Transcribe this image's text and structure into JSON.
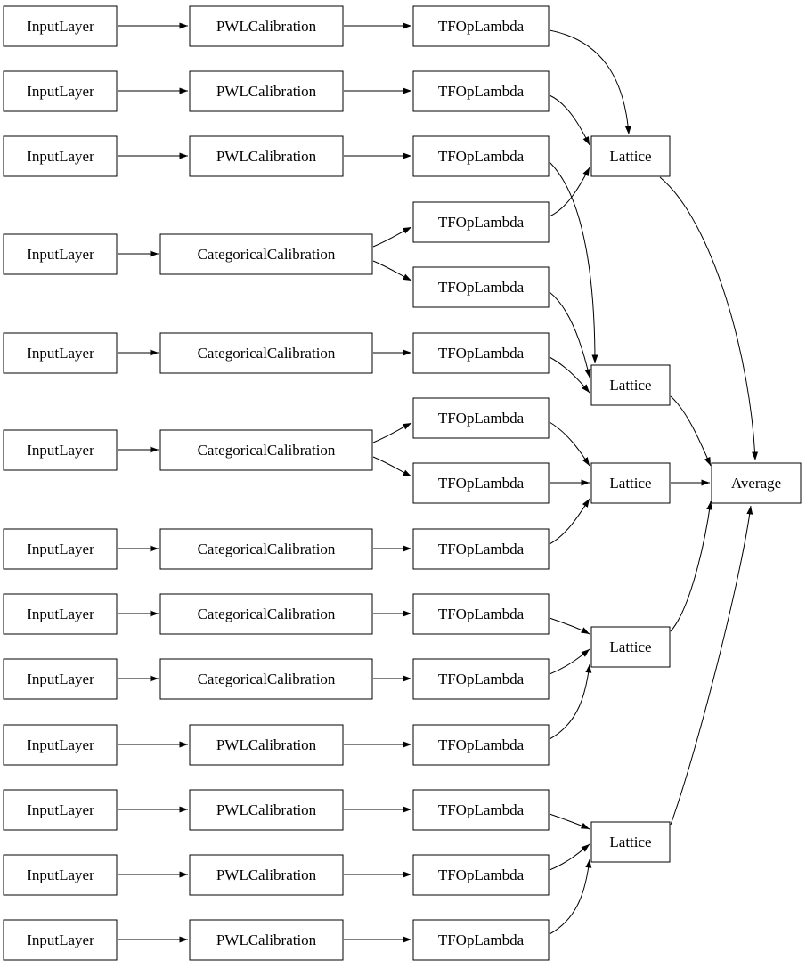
{
  "diagram": {
    "kind": "model-graph",
    "background": "#ffffff",
    "node_color": "#ffffff",
    "border_color": "#000000",
    "nodes": [
      {
        "id": "in_1",
        "label": "InputLayer"
      },
      {
        "id": "in_2",
        "label": "InputLayer"
      },
      {
        "id": "in_3",
        "label": "InputLayer"
      },
      {
        "id": "in_4",
        "label": "InputLayer"
      },
      {
        "id": "in_5",
        "label": "InputLayer"
      },
      {
        "id": "in_6",
        "label": "InputLayer"
      },
      {
        "id": "in_7",
        "label": "InputLayer"
      },
      {
        "id": "in_8",
        "label": "InputLayer"
      },
      {
        "id": "in_9",
        "label": "InputLayer"
      },
      {
        "id": "in_10",
        "label": "InputLayer"
      },
      {
        "id": "in_11",
        "label": "InputLayer"
      },
      {
        "id": "in_12",
        "label": "InputLayer"
      },
      {
        "id": "in_13",
        "label": "InputLayer"
      },
      {
        "id": "cal_1",
        "label": "PWLCalibration"
      },
      {
        "id": "cal_2",
        "label": "PWLCalibration"
      },
      {
        "id": "cal_3",
        "label": "PWLCalibration"
      },
      {
        "id": "cal_4",
        "label": "CategoricalCalibration"
      },
      {
        "id": "cal_5",
        "label": "CategoricalCalibration"
      },
      {
        "id": "cal_6",
        "label": "CategoricalCalibration"
      },
      {
        "id": "cal_7",
        "label": "CategoricalCalibration"
      },
      {
        "id": "cal_8",
        "label": "CategoricalCalibration"
      },
      {
        "id": "cal_9",
        "label": "CategoricalCalibration"
      },
      {
        "id": "cal_10",
        "label": "PWLCalibration"
      },
      {
        "id": "cal_11",
        "label": "PWLCalibration"
      },
      {
        "id": "cal_12",
        "label": "PWLCalibration"
      },
      {
        "id": "cal_13",
        "label": "PWLCalibration"
      },
      {
        "id": "tfop_1",
        "label": "TFOpLambda"
      },
      {
        "id": "tfop_2",
        "label": "TFOpLambda"
      },
      {
        "id": "tfop_3",
        "label": "TFOpLambda"
      },
      {
        "id": "tfop_4",
        "label": "TFOpLambda"
      },
      {
        "id": "tfop_5",
        "label": "TFOpLambda"
      },
      {
        "id": "tfop_6",
        "label": "TFOpLambda"
      },
      {
        "id": "tfop_7",
        "label": "TFOpLambda"
      },
      {
        "id": "tfop_8",
        "label": "TFOpLambda"
      },
      {
        "id": "tfop_9",
        "label": "TFOpLambda"
      },
      {
        "id": "tfop_10",
        "label": "TFOpLambda"
      },
      {
        "id": "tfop_11",
        "label": "TFOpLambda"
      },
      {
        "id": "tfop_12",
        "label": "TFOpLambda"
      },
      {
        "id": "tfop_13",
        "label": "TFOpLambda"
      },
      {
        "id": "tfop_14",
        "label": "TFOpLambda"
      },
      {
        "id": "tfop_15",
        "label": "TFOpLambda"
      },
      {
        "id": "lattice_1",
        "label": "Lattice"
      },
      {
        "id": "lattice_2",
        "label": "Lattice"
      },
      {
        "id": "lattice_3",
        "label": "Lattice"
      },
      {
        "id": "lattice_4",
        "label": "Lattice"
      },
      {
        "id": "lattice_5",
        "label": "Lattice"
      },
      {
        "id": "average",
        "label": "Average"
      }
    ],
    "edges": [
      [
        "in_1",
        "cal_1"
      ],
      [
        "in_2",
        "cal_2"
      ],
      [
        "in_3",
        "cal_3"
      ],
      [
        "in_4",
        "cal_4"
      ],
      [
        "in_5",
        "cal_5"
      ],
      [
        "in_6",
        "cal_6"
      ],
      [
        "in_7",
        "cal_7"
      ],
      [
        "in_8",
        "cal_8"
      ],
      [
        "in_9",
        "cal_9"
      ],
      [
        "in_10",
        "cal_10"
      ],
      [
        "in_11",
        "cal_11"
      ],
      [
        "in_12",
        "cal_12"
      ],
      [
        "in_13",
        "cal_13"
      ],
      [
        "cal_1",
        "tfop_1"
      ],
      [
        "cal_2",
        "tfop_2"
      ],
      [
        "cal_3",
        "tfop_3"
      ],
      [
        "cal_4",
        "tfop_4"
      ],
      [
        "cal_4",
        "tfop_5"
      ],
      [
        "cal_5",
        "tfop_6"
      ],
      [
        "cal_6",
        "tfop_7"
      ],
      [
        "cal_6",
        "tfop_8"
      ],
      [
        "cal_7",
        "tfop_9"
      ],
      [
        "cal_8",
        "tfop_10"
      ],
      [
        "cal_9",
        "tfop_11"
      ],
      [
        "cal_10",
        "tfop_12"
      ],
      [
        "cal_11",
        "tfop_13"
      ],
      [
        "cal_12",
        "tfop_14"
      ],
      [
        "cal_13",
        "tfop_15"
      ],
      [
        "tfop_1",
        "lattice_1"
      ],
      [
        "tfop_2",
        "lattice_1"
      ],
      [
        "tfop_4",
        "lattice_1"
      ],
      [
        "tfop_3",
        "lattice_2"
      ],
      [
        "tfop_5",
        "lattice_2"
      ],
      [
        "tfop_6",
        "lattice_2"
      ],
      [
        "tfop_7",
        "lattice_3"
      ],
      [
        "tfop_8",
        "lattice_3"
      ],
      [
        "tfop_9",
        "lattice_3"
      ],
      [
        "tfop_10",
        "lattice_4"
      ],
      [
        "tfop_11",
        "lattice_4"
      ],
      [
        "tfop_12",
        "lattice_4"
      ],
      [
        "tfop_13",
        "lattice_5"
      ],
      [
        "tfop_14",
        "lattice_5"
      ],
      [
        "tfop_15",
        "lattice_5"
      ],
      [
        "lattice_1",
        "average"
      ],
      [
        "lattice_2",
        "average"
      ],
      [
        "lattice_3",
        "average"
      ],
      [
        "lattice_4",
        "average"
      ],
      [
        "lattice_5",
        "average"
      ]
    ]
  }
}
